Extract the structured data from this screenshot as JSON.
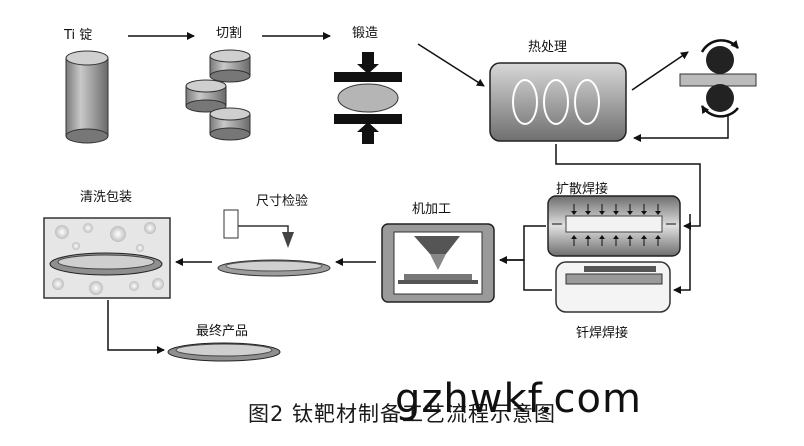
{
  "labels": {
    "ingot": "Ti 锭",
    "cutting": "切割",
    "forging": "锻造",
    "heat_treatment": "热处理",
    "diffusion_welding": "扩散焊接",
    "brazing": "钎焊焊接",
    "machining": "机加工",
    "dimension_inspection": "尺寸检验",
    "cleaning_packing": "清洗包装",
    "final_product": "最终产品"
  },
  "caption": "图2  钛靶材制备工艺流程示意图",
  "watermark": "gzhwkf.com"
}
